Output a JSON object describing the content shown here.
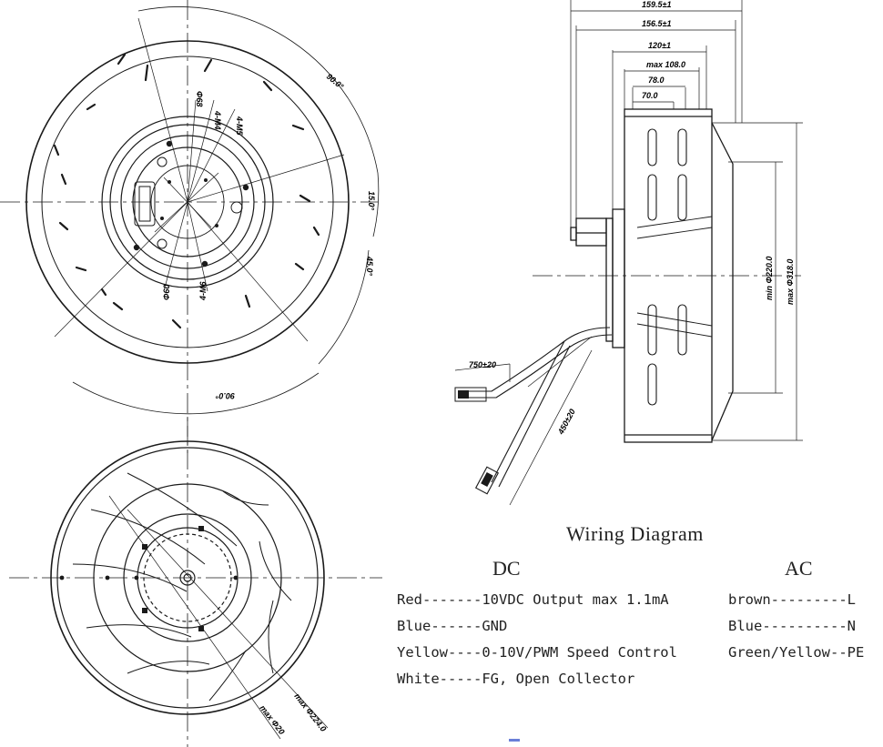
{
  "dimensions": {
    "angles": [
      "90.0°",
      "15.0°",
      "45.0°",
      "90.0°"
    ],
    "holes": [
      "Φ68",
      "4-M4",
      "4-M5",
      "Φ60",
      "4-M6"
    ],
    "side": [
      "159.5±1",
      "156.5±1",
      "120±1",
      "max 108.0",
      "78.0",
      "70.0",
      "min Φ220.0",
      "max Φ318.0",
      "750±20",
      "450±20"
    ],
    "bottom": [
      "max Φ224.0",
      "max Φ20"
    ]
  },
  "wiring": {
    "title": "Wiring Diagram",
    "dc": {
      "heading": "DC",
      "rows": [
        "Red-------10VDC Output max 1.1mA",
        "Blue------GND",
        "Yellow----0-10V/PWM Speed Control",
        "White-----FG, Open Collector"
      ]
    },
    "ac": {
      "heading": "AC",
      "rows": [
        "brown---------L",
        "Blue----------N",
        "Green/Yellow--PE"
      ]
    }
  },
  "colors": {
    "line": "#1a1a1a",
    "accent": "#6a7fd8"
  }
}
